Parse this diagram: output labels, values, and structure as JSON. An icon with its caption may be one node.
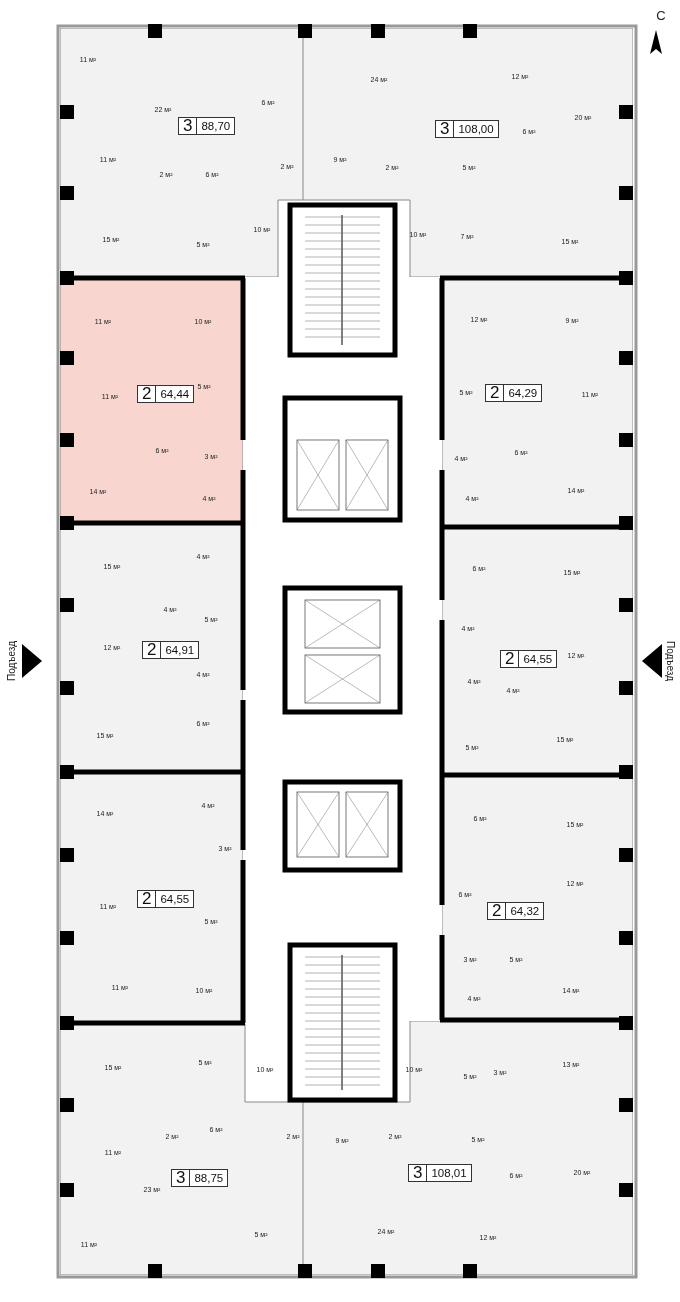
{
  "diagram": {
    "nodes": [
      {
        "text": [
          "3",
          "88,70"
        ]
      },
      {
        "text": [
          "3",
          "108,00"
        ]
      },
      {
        "text": [
          "2",
          "64,44"
        ]
      },
      {
        "text": [
          "2",
          "64,29"
        ]
      },
      {
        "text": [
          "2",
          "64,91"
        ]
      },
      {
        "text": [
          "2",
          "64,55"
        ]
      },
      {
        "text": [
          "2",
          "64,55"
        ]
      },
      {
        "text": [
          "2",
          "64,32"
        ]
      },
      {
        "text": [
          "3",
          "88,75"
        ]
      },
      {
        "text": [
          "3",
          "108,01"
        ]
      }
    ],
    "edges": [],
    "labels": [
      "С",
      "11 м²",
      "22 м²",
      "6 м²",
      "11 м²",
      "2 м²",
      "6 м²",
      "2 м²",
      "15 м²",
      "5 м²",
      "10 м²",
      "24 м²",
      "12 м²",
      "20 м²",
      "6 м²",
      "9 м²",
      "2 м²",
      "5 м²",
      "10 м²",
      "7 м²",
      "15 м²",
      "11 м²",
      "10 м²",
      "11 м²",
      "5 м²",
      "6 м²",
      "3 м²",
      "14 м²",
      "4 м²",
      "12 м²",
      "9 м²",
      "5 м²",
      "11 м²",
      "4 м²",
      "6 м²",
      "4 м²",
      "14 м²",
      "15 м²",
      "4 м²",
      "4 м²",
      "5 м²",
      "12 м²",
      "4 м²",
      "6 м²",
      "15 м²",
      "Подъезд",
      "Подъезд",
      "6 м²",
      "15 м²",
      "4 м²",
      "12 м²",
      "4 м²",
      "4 м²",
      "15 м²",
      "5 м²",
      "14 м²",
      "4 м²",
      "3 м²",
      "11 м²",
      "5 м²",
      "11 м²",
      "10 м²",
      "6 м²",
      "15 м²",
      "6 м²",
      "12 м²",
      "3 м²",
      "5 м²",
      "4 м²",
      "14 м²",
      "15 м²",
      "5 м²",
      "10 м²",
      "2 м²",
      "6 м²",
      "2 м²",
      "9 м²",
      "11 м²",
      "23 м²",
      "5 м²",
      "11 м²",
      "10 м²",
      "13 м²",
      "5 м²",
      "3 м²",
      "2 м²",
      "5 м²",
      "6 м²",
      "20 м²",
      "24 м²",
      "12 м²"
    ]
  }
}
